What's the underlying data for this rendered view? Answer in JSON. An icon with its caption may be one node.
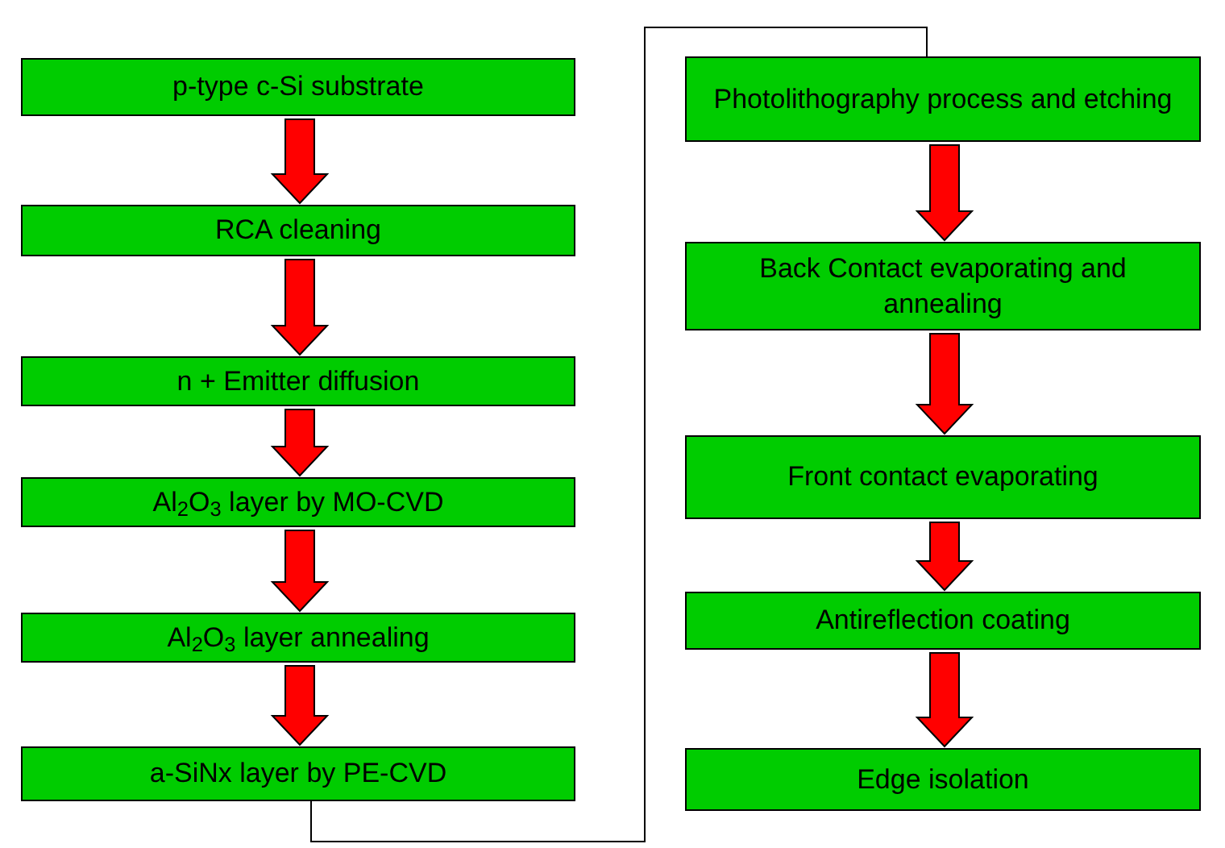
{
  "diagram": {
    "nodes": [
      {
        "text": [
          "p-type c-Si substrate"
        ]
      },
      {
        "text": [
          "RCA cleaning"
        ]
      },
      {
        "text": [
          "n + Emitter diffusion"
        ]
      },
      {
        "text": [
          "Al$_{2}$O$_{3}$ layer by MO-CVD"
        ]
      },
      {
        "text": [
          "Al$_{2}$O$_{3}$ layer annealing"
        ]
      },
      {
        "text": [
          "a-SiNx layer by PE-CVD"
        ]
      },
      {
        "text": [
          "Photolithography process and etching"
        ]
      },
      {
        "text": [
          "Back Contact evaporating and annealing"
        ]
      },
      {
        "text": [
          "Front contact evaporating"
        ]
      },
      {
        "text": [
          "Antireflection coating"
        ]
      },
      {
        "text": [
          "Edge isolation"
        ]
      }
    ],
    "edges": [
      {
        "from": 0,
        "to": 1,
        "arrow": "to"
      },
      {
        "from": 1,
        "to": 2,
        "arrow": "to"
      },
      {
        "from": 2,
        "to": 3,
        "arrow": "to"
      },
      {
        "from": 3,
        "to": 4,
        "arrow": "to"
      },
      {
        "from": 4,
        "to": 5,
        "arrow": "to"
      },
      {
        "from": 5,
        "to": 6,
        "arrow": "none",
        "color": "#000000"
      },
      {
        "from": 6,
        "to": 7,
        "arrow": "to"
      },
      {
        "from": 7,
        "to": 8,
        "arrow": "to"
      },
      {
        "from": 8,
        "to": 9,
        "arrow": "to"
      },
      {
        "from": 9,
        "to": 10,
        "arrow": "to"
      }
    ]
  }
}
